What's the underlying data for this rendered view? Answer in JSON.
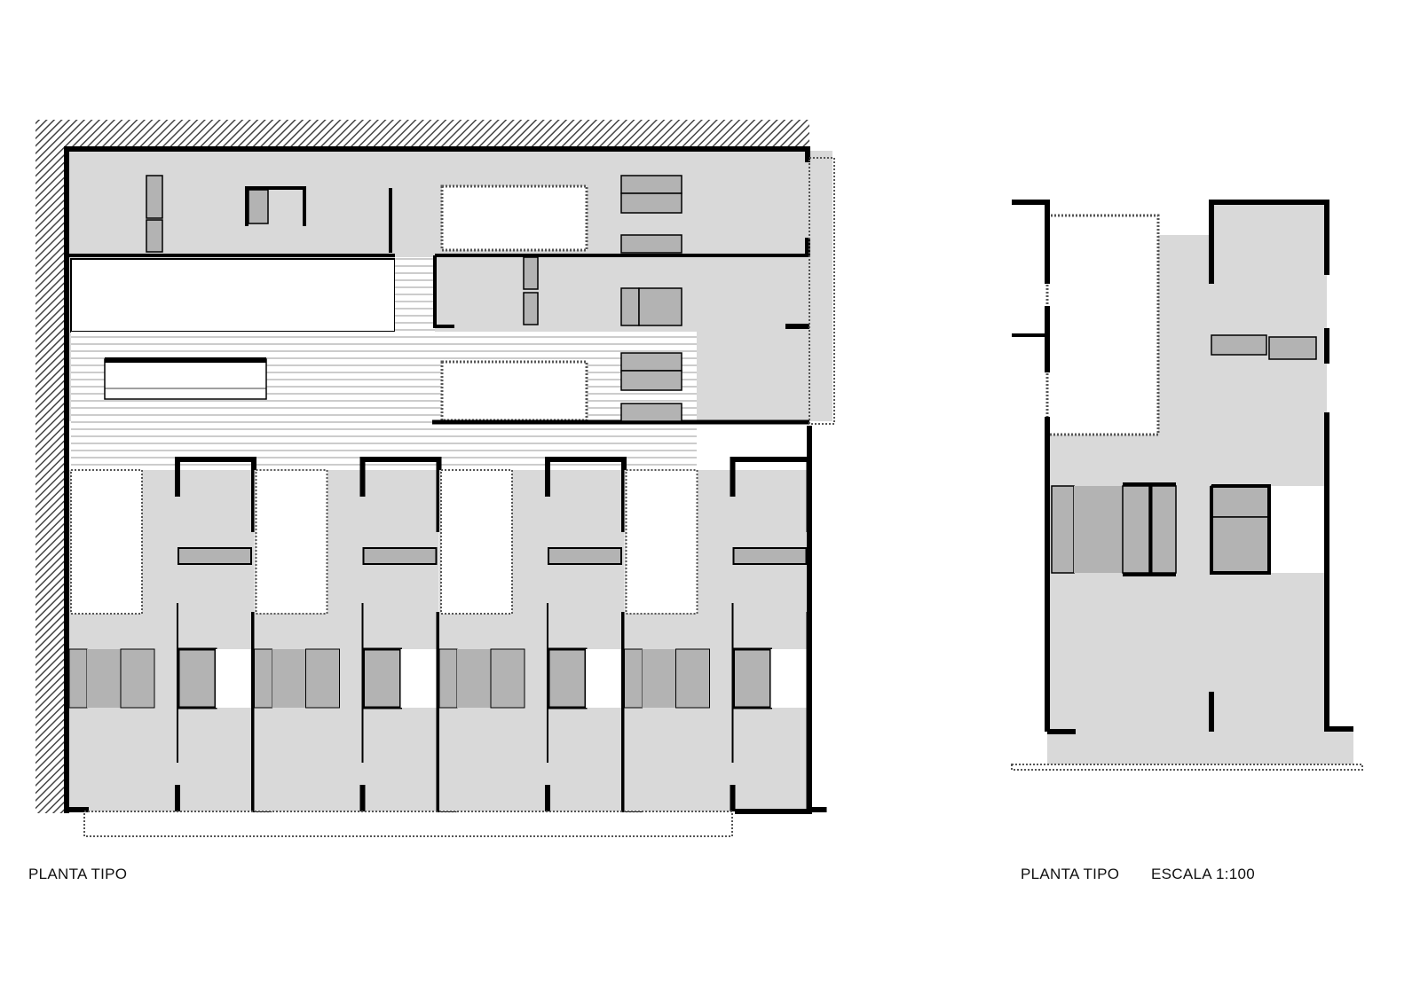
{
  "drawings": [
    {
      "title": "PLANTA TIPO"
    },
    {
      "title": "PLANTA TIPO",
      "scale": "ESCALA 1:100"
    }
  ],
  "colors": {
    "wall": "#000000",
    "floor": "#d9d9d9",
    "furniture": "#b3b3b3",
    "void": "#ffffff",
    "hatch": "#555555"
  }
}
